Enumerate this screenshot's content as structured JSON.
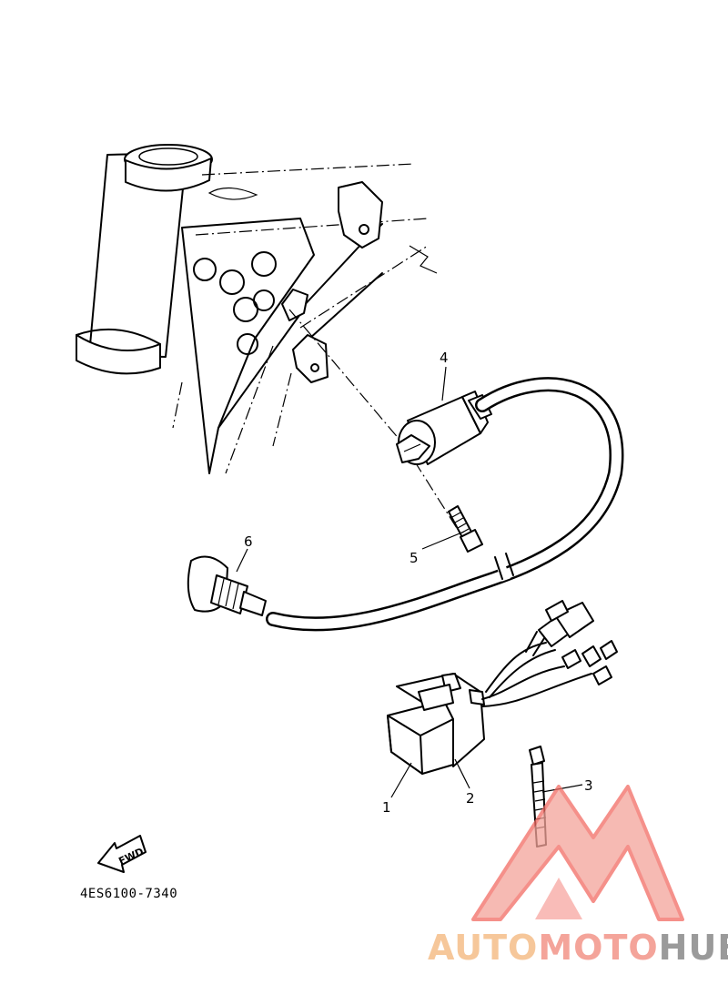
{
  "diagram": {
    "part_number": "4ES6100-7340",
    "direction_label": "FWD",
    "callouts": [
      "1",
      "2",
      "3",
      "4",
      "5",
      "6"
    ]
  },
  "watermark": {
    "brand_part1": "AUTO",
    "brand_part2": "MOTO",
    "brand_part3": "HUB",
    "colors": {
      "auto": "#f6c79a",
      "moto": "#f4a49a",
      "hub": "#9a9a9a",
      "logo": "#f26b63"
    }
  }
}
